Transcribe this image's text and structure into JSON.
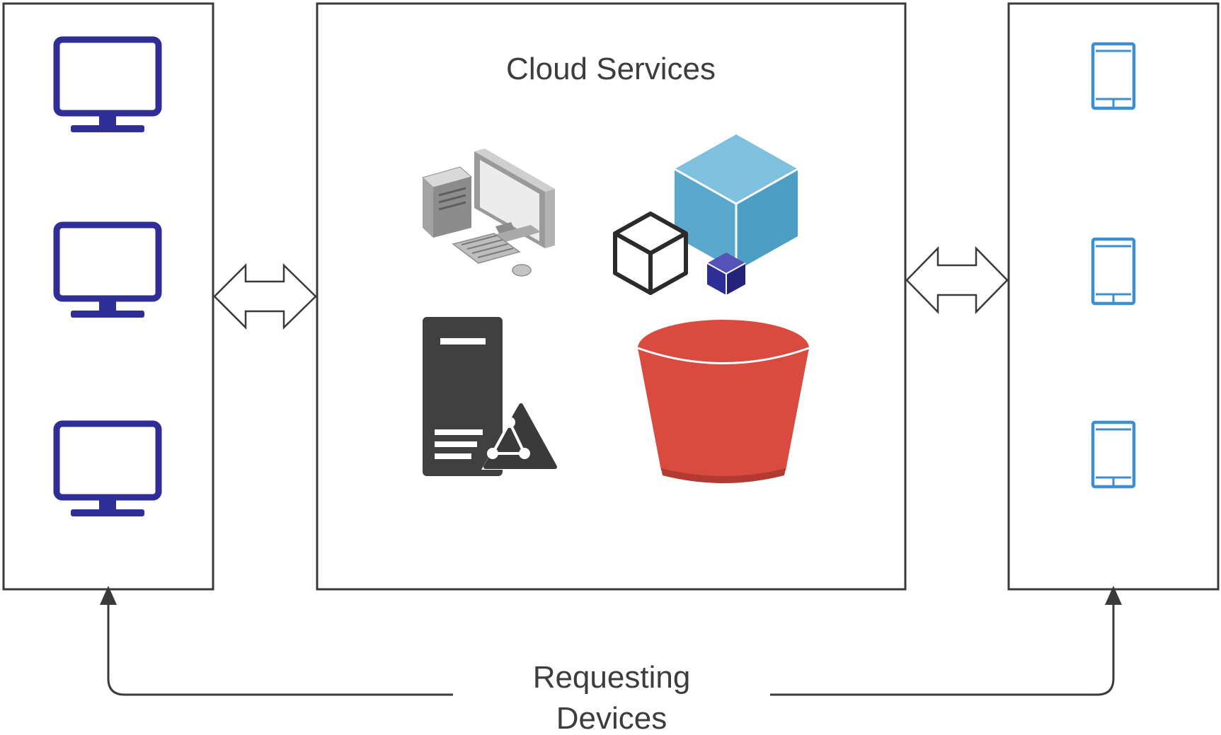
{
  "title": "Cloud Services",
  "caption": {
    "line1": "Requesting",
    "line2": "Devices"
  },
  "colors": {
    "desktop_icon": "#2f2d96",
    "tablet_icon": "#3d8fd0",
    "cube_large": "#5aa9cd",
    "cube_small": "#2f2d96",
    "bucket": "#d94b3f",
    "server": "#404040",
    "box_border": "#3a3a3a",
    "text": "#3d3d3d"
  },
  "groups": {
    "left": {
      "icon": "desktop-monitor-icon",
      "count": 3
    },
    "right": {
      "icon": "tablet-icon",
      "count": 3
    }
  },
  "services": [
    {
      "icon": "workstation-computer-icon"
    },
    {
      "icon": "cubes-icon"
    },
    {
      "icon": "server-network-icon"
    },
    {
      "icon": "storage-bucket-icon"
    }
  ]
}
